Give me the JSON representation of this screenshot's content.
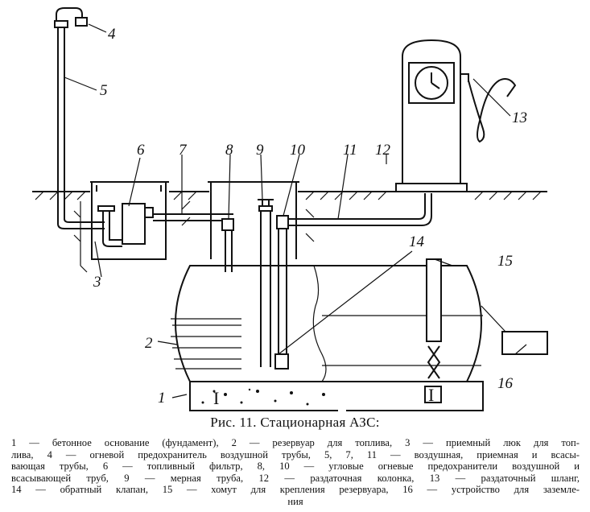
{
  "figure": {
    "labels": [
      "1",
      "2",
      "3",
      "4",
      "5",
      "6",
      "7",
      "8",
      "9",
      "10",
      "11",
      "12",
      "13",
      "14",
      "15",
      "16"
    ],
    "roman_mark": "I"
  },
  "caption": {
    "title": "Рис. 11. Стационарная АЗС:",
    "lines": [
      "1 — бетонное основание (фундамент), 2 — резервуар для топлива, 3 — приемный люк для топ-",
      "лива, 4 — огневой предохранитель воздушной трубы, 5, 7, 11 — воздушная, приемная и всасы-",
      "вающая трубы, 6 — топливный фильтр, 8, 10 — угловые огневые предохранители воздушной и",
      "всасывающей труб, 9 — мерная труба, 12 — раздаточная колонка, 13 — раздаточный шланг,",
      "14 — обратный клапан, 15 — хомут для крепления резервуара, 16 — устройство для заземле-",
      "ния"
    ]
  }
}
